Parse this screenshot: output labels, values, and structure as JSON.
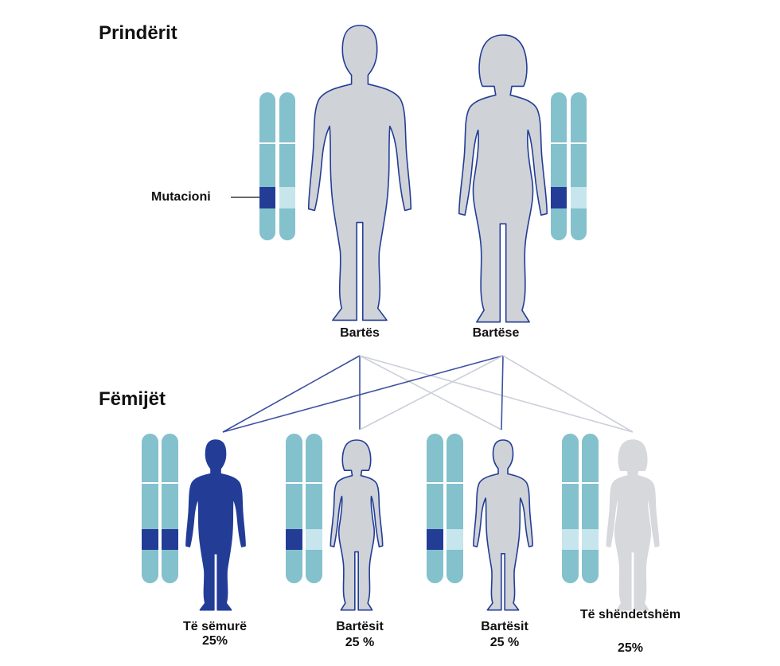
{
  "headings": {
    "parents": "Prindërit",
    "children": "Fëmijët"
  },
  "mutation_label": "Mutacioni",
  "parents": [
    {
      "label": "Bartës"
    },
    {
      "label": "Bartëse"
    }
  ],
  "children": [
    {
      "label": "Të sëmurë",
      "percent": "25%"
    },
    {
      "label": "Bartësit",
      "percent": "25 %"
    },
    {
      "label": "Bartësit",
      "percent": "25 %"
    },
    {
      "label": "Të shëndetshëm",
      "percent": "25%"
    }
  ],
  "colors": {
    "chromosome": "#83c1cc",
    "mutation": "#233d97",
    "normal_band": "#c7e5ec",
    "carrier_body": "#cfd2d7",
    "body_outline": "#233d97",
    "affected_body": "#233d97",
    "healthy_body": "#d6d8dc",
    "dominant_line": "#3e51a1",
    "recessive_line": "#cbd0d9"
  }
}
